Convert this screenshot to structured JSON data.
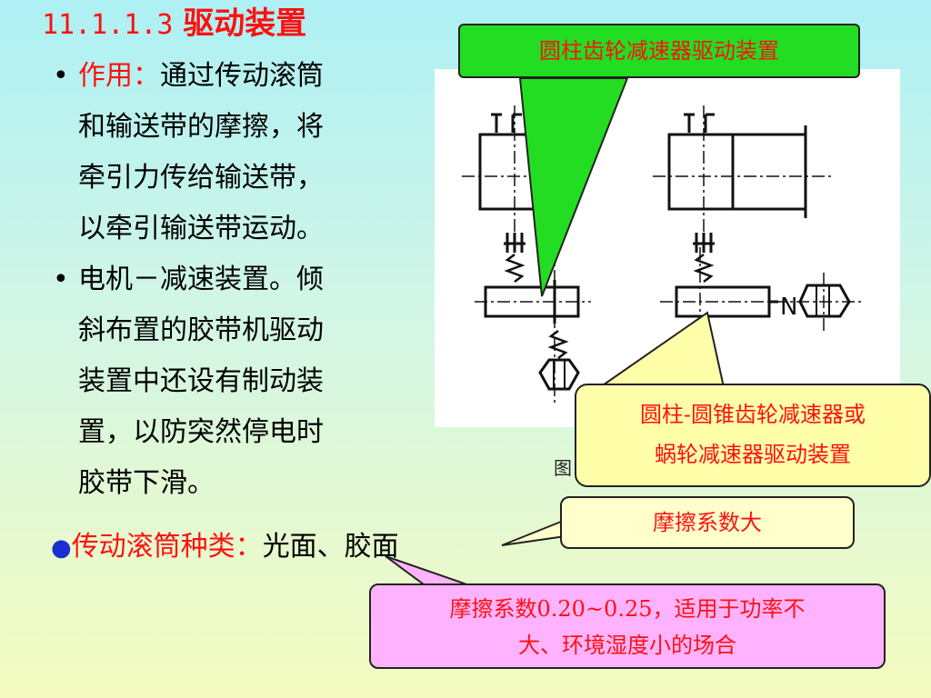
{
  "title": {
    "number": "11.1.1.3",
    "text": "驱动装置"
  },
  "bullets": [
    {
      "marker": "•",
      "lead": "作用：",
      "lines": [
        "通过传动滚筒",
        "和输送带的摩擦，将",
        "牵引力传给输送带，",
        "以牵引输送带运动。"
      ]
    },
    {
      "marker": "•",
      "lead": "",
      "lines": [
        "电机－减速装置。倾",
        "斜布置的胶带机驱动",
        "装置中还设有制动装",
        "置，以防突然停电时",
        "胶带下滑。"
      ]
    }
  ],
  "rollers": {
    "marker": "●",
    "lead": "传动滚筒种类：",
    "value": "光面、胶面"
  },
  "figure": {
    "caption": "图",
    "motor_label": "N"
  },
  "callouts": {
    "spur_gear": "圆柱齿轮减速器驱动装置",
    "bevel_worm": [
      "圆柱-圆锥齿轮减速器或",
      "蜗轮减速器驱动装置"
    ],
    "high_friction": "摩擦系数大",
    "smooth_surface": [
      "摩擦系数0.20~0.25，适用于功率不",
      "大、环境湿度小的场合"
    ]
  },
  "colors": {
    "title": "#ff1010",
    "green_callout": "#22dd22",
    "yellow_callout": "#ffffaa",
    "pink_callout": "#ffb3ff",
    "bullet_dot": "#1b2fd0"
  }
}
